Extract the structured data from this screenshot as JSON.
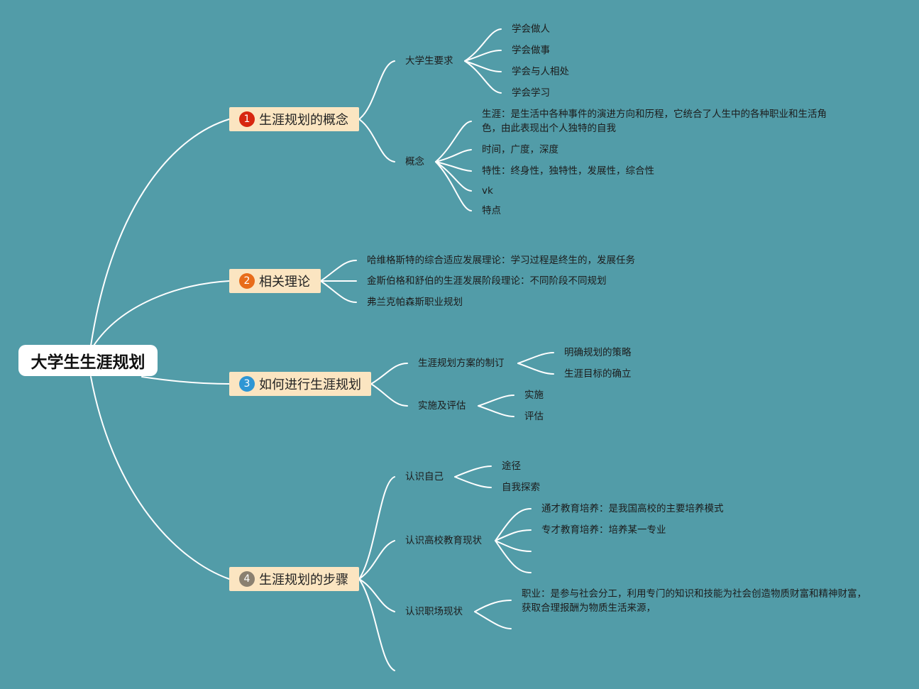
{
  "colors": {
    "background": "#529ca8",
    "branch_fill": "#fbe5c1",
    "line": "#ffffff",
    "badge_1": "#d7260f",
    "badge_2": "#e86c1a",
    "badge_3": "#2e96d4",
    "badge_4": "#8a8070"
  },
  "root": "大学生生涯规划",
  "branches": [
    {
      "num": "1",
      "label": "生涯规划的概念",
      "children": [
        {
          "label": "大学生要求",
          "items": [
            "学会做人",
            "学会做事",
            "学会与人相处",
            "学会学习"
          ]
        },
        {
          "label": "概念",
          "items": [
            "生涯：是生活中各种事件的演进方向和历程，它统合了人生中的各种职业和生活角色，由此表现出个人独特的自我",
            "时间，广度，深度",
            "特性：终身性，独特性，发展性，综合性",
            "vk",
            "特点"
          ]
        }
      ]
    },
    {
      "num": "2",
      "label": "相关理论",
      "items": [
        "哈维格斯特的综合适应发展理论：学习过程是终生的，发展任务",
        "金斯伯格和舒伯的生涯发展阶段理论：不同阶段不同规划",
        "弗兰克帕森斯职业规划"
      ]
    },
    {
      "num": "3",
      "label": "如何进行生涯规划",
      "children": [
        {
          "label": "生涯规划方案的制订",
          "items": [
            "明确规划的策略",
            "生涯目标的确立"
          ]
        },
        {
          "label": "实施及评估",
          "items": [
            "实施",
            "评估"
          ]
        }
      ]
    },
    {
      "num": "4",
      "label": "生涯规划的步骤",
      "children": [
        {
          "label": "认识自己",
          "items": [
            "途径",
            "自我探索"
          ]
        },
        {
          "label": "认识高校教育现状",
          "items": [
            "通才教育培养：是我国高校的主要培养模式",
            "专才教育培养：培养某一专业"
          ]
        },
        {
          "label": "认识职场现状",
          "items": [
            "职业：是参与社会分工，利用专门的知识和技能为社会创造物质财富和精神财富，获取合理报酬为物质生活来源，"
          ]
        }
      ]
    }
  ]
}
